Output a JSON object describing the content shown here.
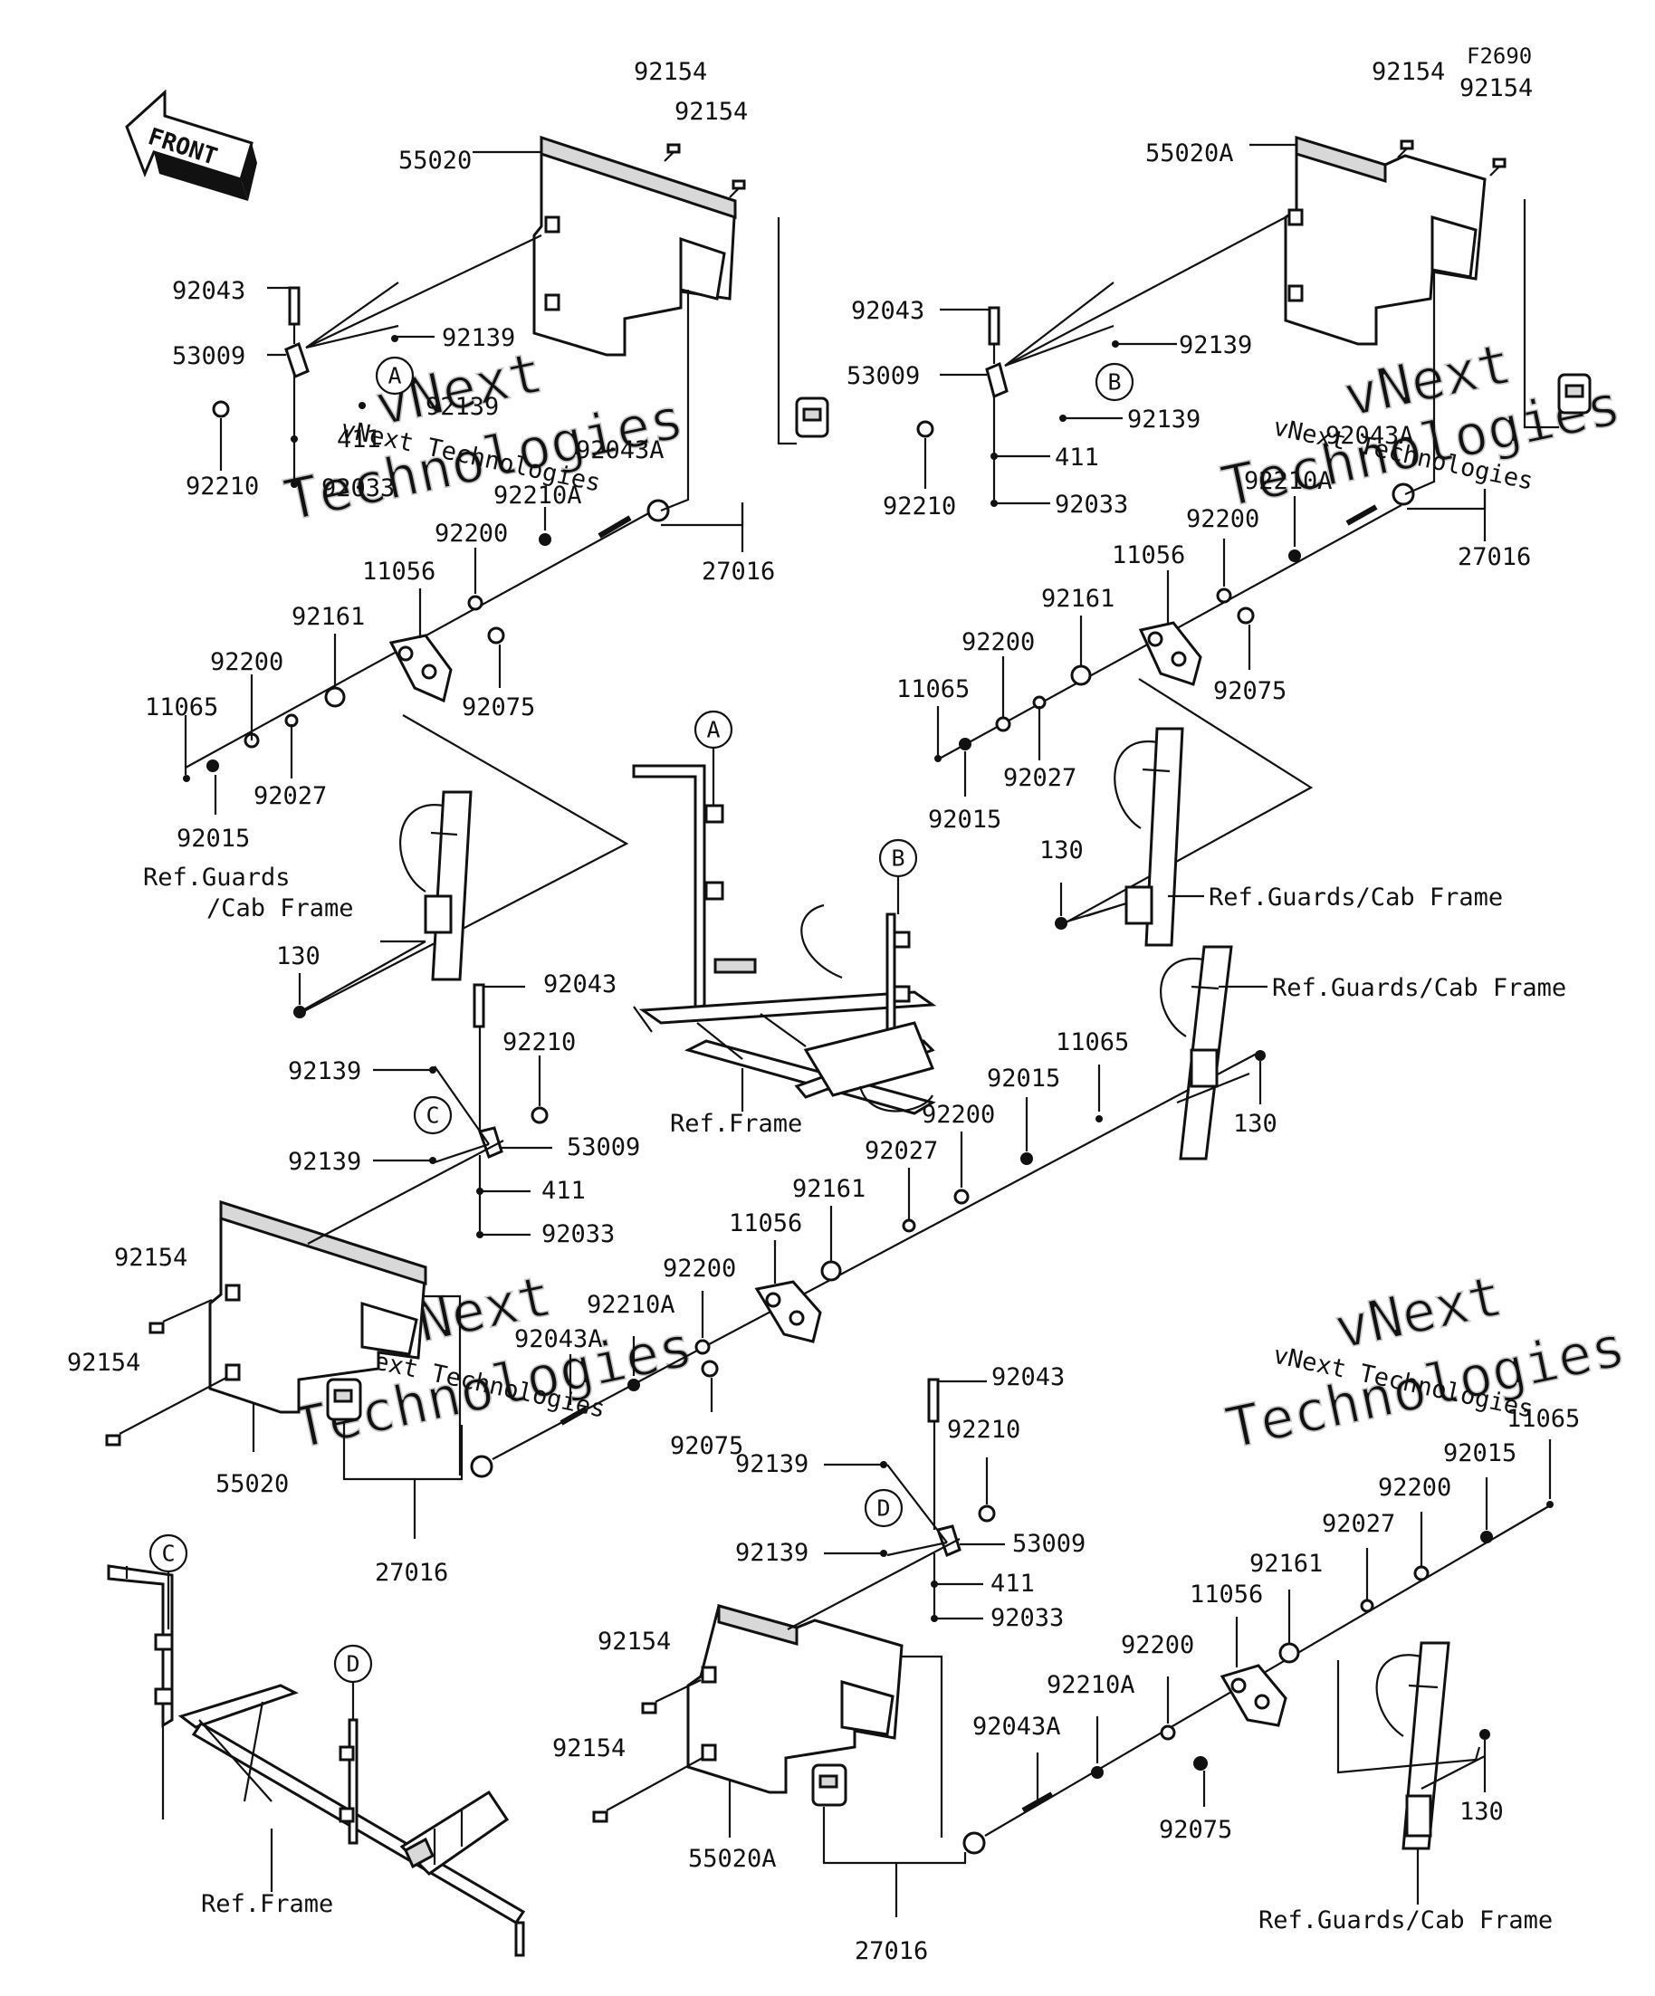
{
  "diagram": {
    "drawing_code": "F2690",
    "front_arrow_label": "FRONT",
    "watermark": {
      "line1": "vNext",
      "line2": "Technologies",
      "sub": "vNext Technologies"
    },
    "reference_labels": {
      "ref_frame": "Ref.Frame",
      "ref_guards_cab_frame": "Ref.Guards/Cab Frame",
      "ref_guards_line1": "Ref.Guards",
      "ref_guards_line2": "/Cab Frame"
    },
    "callout_letters": [
      "A",
      "B",
      "C",
      "D"
    ],
    "part_numbers": {
      "p92154": "92154",
      "p55020": "55020",
      "p55020A": "55020A",
      "p92043": "92043",
      "p92043A": "92043A",
      "p53009": "53009",
      "p92139": "92139",
      "p411": "411",
      "p92033": "92033",
      "p92210": "92210",
      "p92210A": "92210A",
      "p92200": "92200",
      "p11056": "11056",
      "p92161": "92161",
      "p11065": "11065",
      "p92027": "92027",
      "p92015": "92015",
      "p92075": "92075",
      "p27016": "27016",
      "p130": "130"
    }
  }
}
